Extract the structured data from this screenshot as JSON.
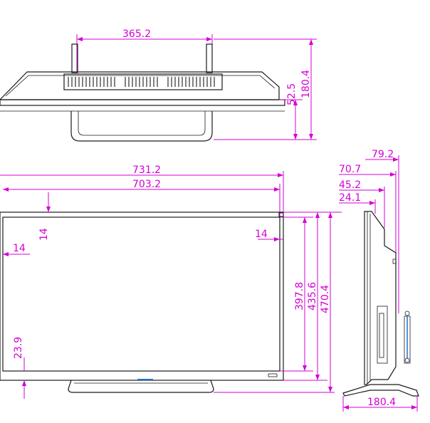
{
  "drawing": {
    "colors": {
      "dimension": "#d400d4",
      "outline": "#1a1a1a",
      "accent": "#1f6fd1"
    },
    "top_view": {
      "stand_width": "365.2",
      "total_depth": "180.4",
      "panel_depth": "52.5"
    },
    "front_view": {
      "overall_width": "731.2",
      "screen_width": "703.2",
      "bezel_top": "14",
      "bezel_left": "14",
      "bezel_right": "14",
      "bezel_bottom": "23.9",
      "screen_height": "397.8",
      "panel_height": "435.6",
      "overall_height": "470.4"
    },
    "side_view": {
      "depth_a": "79.2",
      "depth_b": "70.7",
      "depth_c": "45.2",
      "depth_d": "24.1",
      "base_depth": "180.4"
    }
  }
}
